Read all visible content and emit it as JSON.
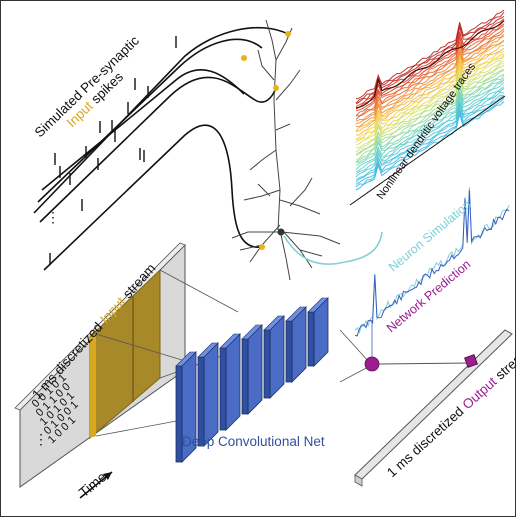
{
  "labels": {
    "spikes_prefix": "Simulated Pre-synaptic",
    "spikes_highlight": "Input",
    "spikes_suffix": "spikes",
    "input_stream_prefix": "1 ms discretized",
    "input_stream_highlight": "Input",
    "input_stream_suffix": "stream",
    "cnn": "Deep Convolutional Net",
    "neuron_simulation": "Neuron Simulation",
    "network_prediction": "Network Prediction",
    "voltage_traces": "Nonlinear dendritic voltage traces",
    "output_stream_prefix": "1 ms discretized",
    "output_stream_highlight": "Output",
    "output_stream_suffix": "stream",
    "time": "Time",
    "ellipsis": "⋮"
  },
  "binary_rows": [
    "0 0 1 0 1",
    "0 1 1 0 0",
    "1 0 1 0 1",
    "0 1 0 0 1",
    "1 0 0 1"
  ],
  "colors": {
    "input_gold": "#d8a820",
    "output_purple": "#9b1d8f",
    "cnn_blue": "#2f4fa0",
    "sim_cyan": "#7fd0d8",
    "pred_blue": "#3a5dc0",
    "panel_gray": "#d8d8d8",
    "olive_block": "#a8892a"
  }
}
